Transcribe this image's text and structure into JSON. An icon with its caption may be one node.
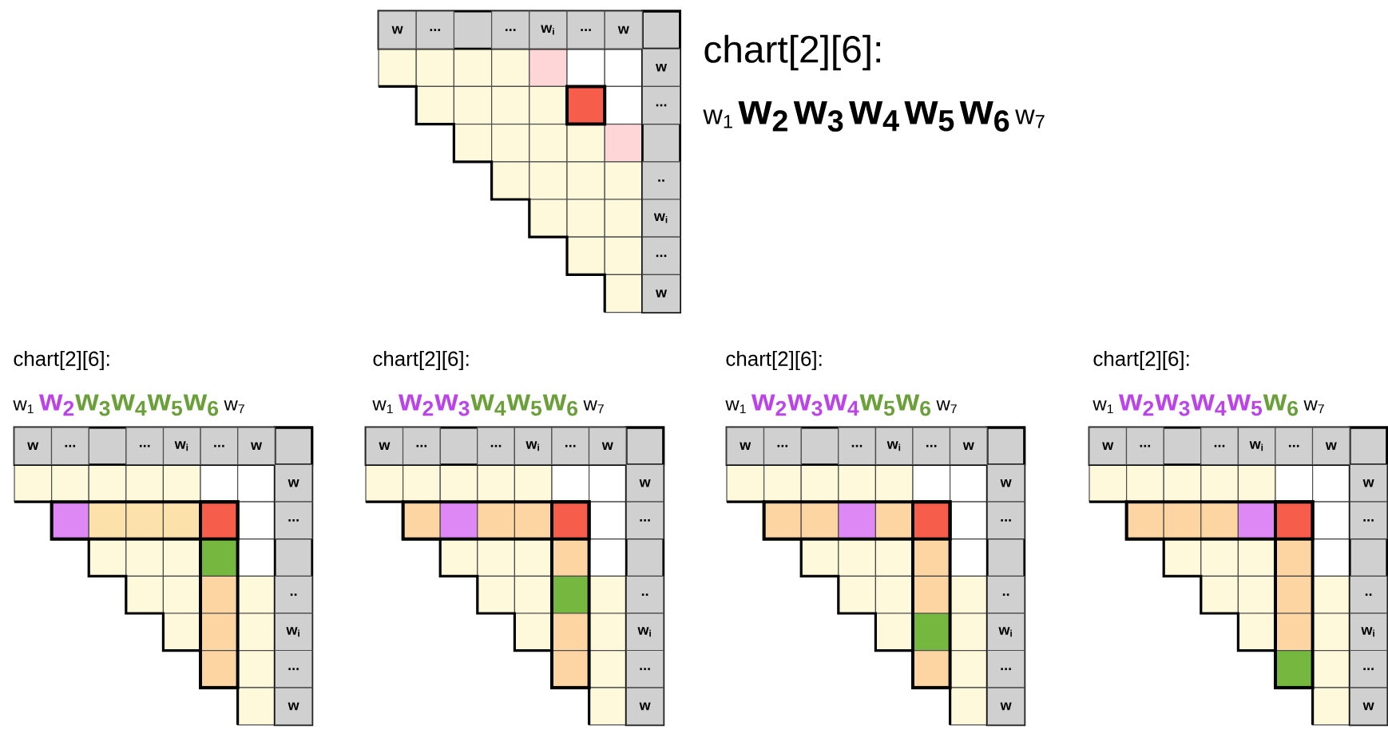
{
  "diagram": {
    "labels": [
      "w",
      "...",
      "...",
      "w$_{i}$",
      "...",
      "w",
      "chart[2][6]:",
      "w$_{1}$",
      "w$_{2}$",
      "w$_{3}$",
      "w$_{4}$",
      "w$_{5}$",
      "w$_{6}$",
      "w$_{7}$",
      "w",
      "...",
      "..",
      "w$_{i}$",
      "...",
      "w",
      "chart[2][6]:",
      "w$_{1}$",
      "w$_{2}$",
      "w$_{3}$",
      "w$_{4}$",
      "w$_{5}$",
      "w$_{6}$",
      "w$_{7}$",
      "w",
      "...",
      "...",
      "w$_{i}$",
      "...",
      "w",
      "w",
      "...",
      "..",
      "w$_{i}$",
      "...",
      "w",
      "chart[2][6]:",
      "w$_{1}$",
      "w$_{2}$",
      "w$_{3}$",
      "w$_{4}$",
      "w$_{5}$",
      "w$_{6}$",
      "w$_{7}$",
      "w",
      "...",
      "...",
      "w$_{i}$",
      "...",
      "w",
      "w",
      "...",
      "..",
      "w$_{i}$",
      "...",
      "w",
      "chart[2][6]:",
      "w$_{1}$",
      "w$_{2}$",
      "w$_{3}$",
      "w$_{4}$",
      "w$_{5}$",
      "w$_{6}$",
      "w$_{7}$",
      "w",
      "...",
      "...",
      "w$_{i}$",
      "...",
      "w",
      "w",
      "...",
      "..",
      "w$_{i}$",
      "...",
      "w",
      "chart[2][6]:",
      "w$_{1}$",
      "w$_{2}$",
      "w$_{3}$",
      "w$_{4}$",
      "w$_{5}$",
      "w$_{6}$",
      "w$_{7}$",
      "w",
      "...",
      "...",
      "w$_{i}$",
      "...",
      "w",
      "w",
      "...",
      "..",
      "w$_{i}$",
      "...",
      "w"
    ]
  }
}
